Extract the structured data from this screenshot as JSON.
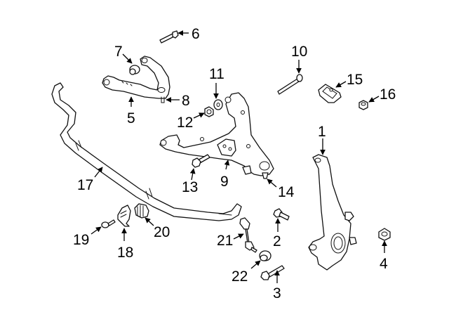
{
  "diagram": {
    "title": "Front Suspension Components",
    "callouts": [
      {
        "id": "1",
        "label": "1"
      },
      {
        "id": "2",
        "label": "2"
      },
      {
        "id": "3",
        "label": "3"
      },
      {
        "id": "4",
        "label": "4"
      },
      {
        "id": "5",
        "label": "5"
      },
      {
        "id": "6",
        "label": "6"
      },
      {
        "id": "7",
        "label": "7"
      },
      {
        "id": "8",
        "label": "8"
      },
      {
        "id": "9",
        "label": "9"
      },
      {
        "id": "10",
        "label": "10"
      },
      {
        "id": "11",
        "label": "11"
      },
      {
        "id": "12",
        "label": "12"
      },
      {
        "id": "13",
        "label": "13"
      },
      {
        "id": "14",
        "label": "14"
      },
      {
        "id": "15",
        "label": "15"
      },
      {
        "id": "16",
        "label": "16"
      },
      {
        "id": "17",
        "label": "17"
      },
      {
        "id": "18",
        "label": "18"
      },
      {
        "id": "19",
        "label": "19"
      },
      {
        "id": "20",
        "label": "20"
      },
      {
        "id": "21",
        "label": "21"
      },
      {
        "id": "22",
        "label": "22"
      }
    ],
    "parts": [
      {
        "callout": "1",
        "name": "steering-knuckle"
      },
      {
        "callout": "2",
        "name": "bolt"
      },
      {
        "callout": "3",
        "name": "bolt"
      },
      {
        "callout": "4",
        "name": "nut"
      },
      {
        "callout": "5",
        "name": "upper-control-arm"
      },
      {
        "callout": "6",
        "name": "bolt"
      },
      {
        "callout": "7",
        "name": "bushing"
      },
      {
        "callout": "8",
        "name": "ball-joint-stud"
      },
      {
        "callout": "9",
        "name": "lower-control-arm"
      },
      {
        "callout": "10",
        "name": "bolt"
      },
      {
        "callout": "11",
        "name": "washer"
      },
      {
        "callout": "12",
        "name": "nut"
      },
      {
        "callout": "13",
        "name": "bolt"
      },
      {
        "callout": "14",
        "name": "ball-joint-stud"
      },
      {
        "callout": "15",
        "name": "plate"
      },
      {
        "callout": "16",
        "name": "nut"
      },
      {
        "callout": "17",
        "name": "stabilizer-bar"
      },
      {
        "callout": "18",
        "name": "bracket"
      },
      {
        "callout": "19",
        "name": "bolt"
      },
      {
        "callout": "20",
        "name": "bushing"
      },
      {
        "callout": "21",
        "name": "stabilizer-link"
      },
      {
        "callout": "22",
        "name": "bushing"
      }
    ]
  }
}
